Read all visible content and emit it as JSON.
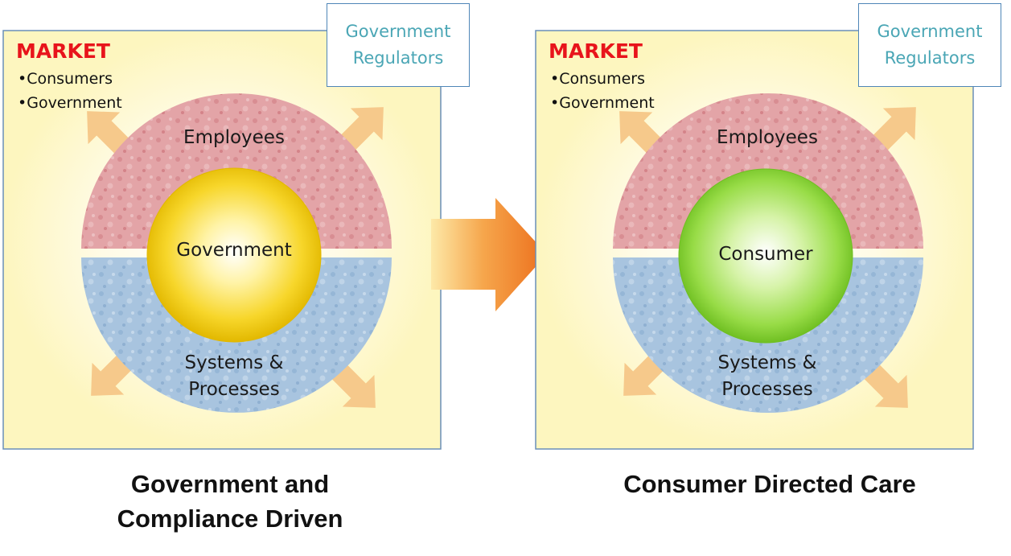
{
  "panels": [
    {
      "market_title": "MARKET",
      "market_items": [
        "Consumers",
        "Government"
      ],
      "regulators_line1": "Government",
      "regulators_line2": "Regulators",
      "top_segment": "Employees",
      "bottom_segment_line1": "Systems &",
      "bottom_segment_line2": "Processes",
      "center": "Government",
      "center_color": "#f5cf1f"
    },
    {
      "market_title": "MARKET",
      "market_items": [
        "Consumers",
        "Government"
      ],
      "regulators_line1": "Government",
      "regulators_line2": "Regulators",
      "top_segment": "Employees",
      "bottom_segment_line1": "Systems &",
      "bottom_segment_line2": "Processes",
      "center": "Consumer",
      "center_color": "#8ed83a"
    }
  ],
  "captions": {
    "left_line1": "Government and",
    "left_line2": "Compliance Driven",
    "right": "Consumer Directed Care"
  },
  "colors": {
    "market_bg": "#fdf7c3",
    "employees": "#e1a1a4",
    "systems": "#a9c4df",
    "arrow": "#ee7a22",
    "small_arrows": "#f6c98b",
    "market_title": "#e8141b",
    "regulators_text": "#4aa6b5"
  }
}
